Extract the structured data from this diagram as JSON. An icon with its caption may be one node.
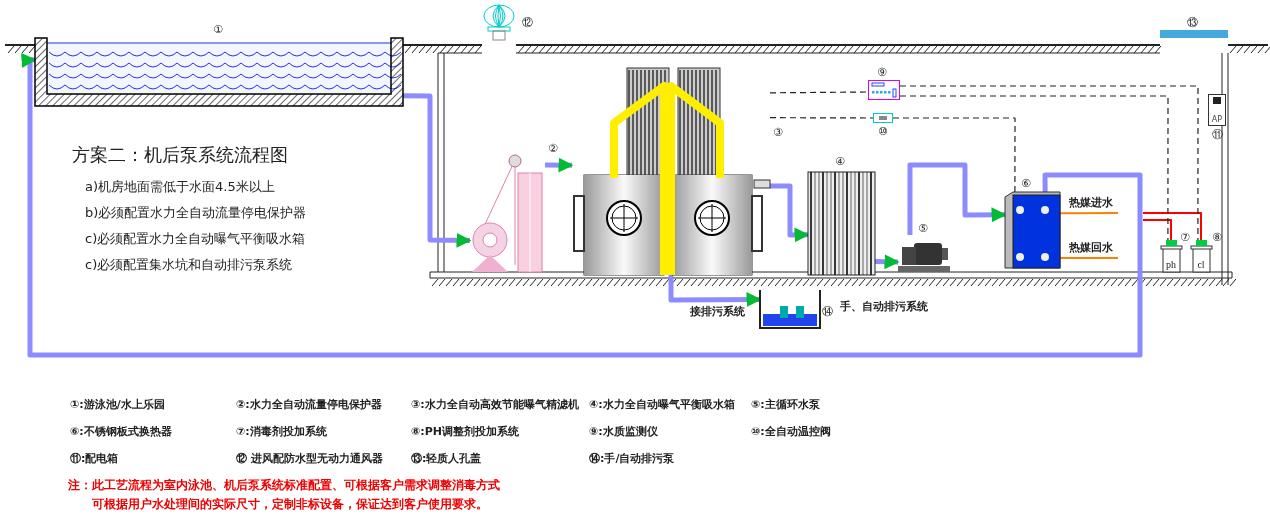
{
  "diagram": {
    "title": "方案二：机后泵系统流程图",
    "nodes": [
      {
        "text": [],
        "shape": "picture",
        "beside": [
          "①"
        ]
      },
      {
        "text": [],
        "shape": "picture",
        "beside": [
          "②"
        ]
      },
      {
        "text": [],
        "shape": "picture",
        "beside": [
          "③"
        ]
      },
      {
        "text": [],
        "shape": "picture",
        "beside": [
          "④"
        ]
      },
      {
        "text": [],
        "shape": "picture",
        "beside": [
          "⑤"
        ]
      },
      {
        "text": [],
        "shape": "picture",
        "beside": [
          "⑥"
        ]
      },
      {
        "text": [
          "ph"
        ],
        "beside": [
          "⑦"
        ]
      },
      {
        "text": [
          "cl"
        ],
        "beside": [
          "⑧"
        ]
      },
      {
        "text": [],
        "shape": "picture",
        "beside": [
          "⑨"
        ]
      },
      {
        "text": [],
        "shape": "picture",
        "beside": [
          "⑩"
        ]
      },
      {
        "text": [
          "AP"
        ],
        "beside": [
          "⑪"
        ]
      },
      {
        "text": [],
        "shape": "picture",
        "beside": [
          "⑫"
        ]
      },
      {
        "text": [],
        "shape": "bar",
        "beside": [
          "⑬"
        ]
      },
      {
        "text": [],
        "shape": "picture",
        "beside": [
          "⑭"
        ]
      }
    ],
    "edges": [
      {
        "from": 0,
        "to": 1,
        "arrow": "to",
        "style": "thick"
      },
      {
        "from": 1,
        "to": 2,
        "arrow": "to",
        "style": "thick"
      },
      {
        "from": 2,
        "to": 3,
        "arrow": "to",
        "style": "thick"
      },
      {
        "from": 3,
        "to": 4,
        "arrow": "to",
        "style": "thick"
      },
      {
        "from": 4,
        "to": 5,
        "arrow": "to",
        "style": "thick"
      },
      {
        "from": 5,
        "to": 0,
        "arrow": "to",
        "style": "thick"
      },
      {
        "from": 2,
        "to": 13,
        "arrow": "to",
        "style": "thick"
      },
      {
        "from": null,
        "to": 5,
        "arrow": "none",
        "label": "热媒进水",
        "color": "#ff8000"
      },
      {
        "from": 5,
        "to": null,
        "arrow": "none",
        "label": "热媒回水",
        "color": "#ff8000"
      },
      {
        "from": 6,
        "to": null,
        "arrow": "none",
        "color": "#ff0000"
      },
      {
        "from": 7,
        "to": null,
        "arrow": "none",
        "color": "#ff0000"
      },
      {
        "from": 2,
        "to": 8,
        "arrow": "none",
        "style": "dashed",
        "color": "#222222"
      },
      {
        "from": 2,
        "to": 9,
        "arrow": "none",
        "style": "dashed",
        "color": "#222222"
      },
      {
        "from": 8,
        "to": 6,
        "arrow": "none",
        "style": "dashed",
        "color": "#222222"
      },
      {
        "from": 8,
        "to": 7,
        "arrow": "none",
        "style": "dashed",
        "color": "#222222"
      },
      {
        "from": 9,
        "to": 5,
        "arrow": "none",
        "style": "dashed",
        "color": "#222222"
      }
    ],
    "labels": [
      "a)机房地面需低于水面4.5米以上",
      "b)必须配置水力全自动流量停电保护器",
      "c)必须配置水力全自动曝气平衡吸水箱",
      "c)必须配置集水坑和自动排污泵系统",
      "接排污系统",
      "手、自动排污系统",
      "①:游泳池/水上乐园",
      "②:水力全自动流量停电保护器",
      "③:水力全自动高效节能曝气精滤机",
      "④:水力全自动曝气平衡吸水箱",
      "⑤:主循环水泵",
      "⑥:不锈钢板式换热器",
      "⑦:消毒剂投加系统",
      "⑧:PH调整剂投加系统",
      "⑨:水质监测仪",
      "⑩:全自动温控阀",
      "⑪:配电箱",
      "⑫ 进风配防水型无动力通风器",
      "⑬:轻质人孔盖",
      "⑭:手/自动排污泵",
      "注：此工艺流程为室内泳池、机后泵系统标准配置、可根据客户需求调整消毒方式",
      "可根据用户水处理间的实际尺寸，定制非标设备，保证达到客户使用要求。"
    ]
  }
}
